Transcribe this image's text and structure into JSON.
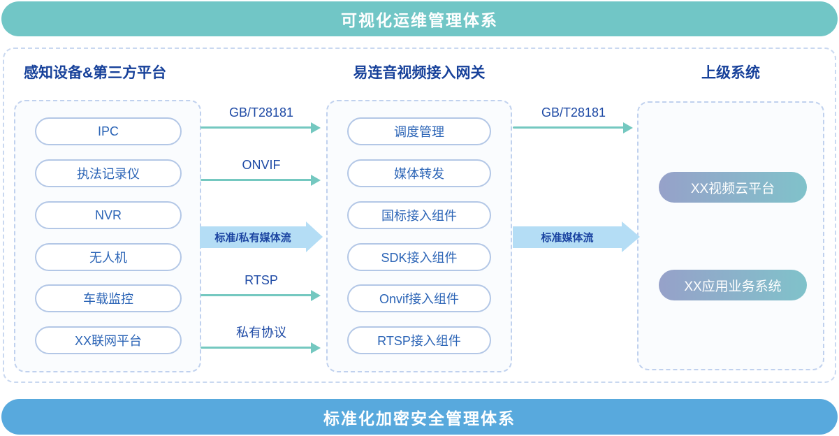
{
  "banners": {
    "top": {
      "label": "可视化运维管理体系"
    },
    "bottom": {
      "label": "标准化加密安全管理体系"
    }
  },
  "columns": {
    "devices": {
      "title": "感知设备&第三方平台",
      "items": [
        "IPC",
        "执法记录仪",
        "NVR",
        "无人机",
        "车载监控",
        "XX联网平台"
      ]
    },
    "gateway": {
      "title": "易连音视频接入网关",
      "items": [
        "调度管理",
        "媒体转发",
        "国标接入组件",
        "SDK接入组件",
        "Onvif接入组件",
        "RTSP接入组件"
      ]
    },
    "upstream": {
      "title": "上级系统",
      "items": [
        "XX视频云平台",
        "XX应用业务系统"
      ]
    }
  },
  "arrows": {
    "left_to_gateway": [
      {
        "label": "GB/T28181",
        "type": "thin"
      },
      {
        "label": "ONVIF",
        "type": "thin"
      },
      {
        "label": "标准/私有媒体流",
        "type": "thick"
      },
      {
        "label": "RTSP",
        "type": "thin"
      },
      {
        "label": "私有协议",
        "type": "thin"
      }
    ],
    "gateway_to_upstream": [
      {
        "label": "GB/T28181",
        "type": "thin"
      },
      {
        "label": "标准媒体流",
        "type": "thick"
      }
    ]
  },
  "colors": {
    "top_banner": "#71c6c6",
    "bottom_banner": "#58a9dd",
    "header_text": "#17419a",
    "pill_border": "#b3c7e6",
    "pill_text": "#2b64b6",
    "dashed_border": "#c0d1ee",
    "arrow_teal": "#74c8c0",
    "thick_arrow_fill": "#b4ddf5",
    "thick_arrow_text": "#1b44a1",
    "gradient_pill_left": "#96a1c9",
    "gradient_pill_right": "#80c2ca"
  }
}
